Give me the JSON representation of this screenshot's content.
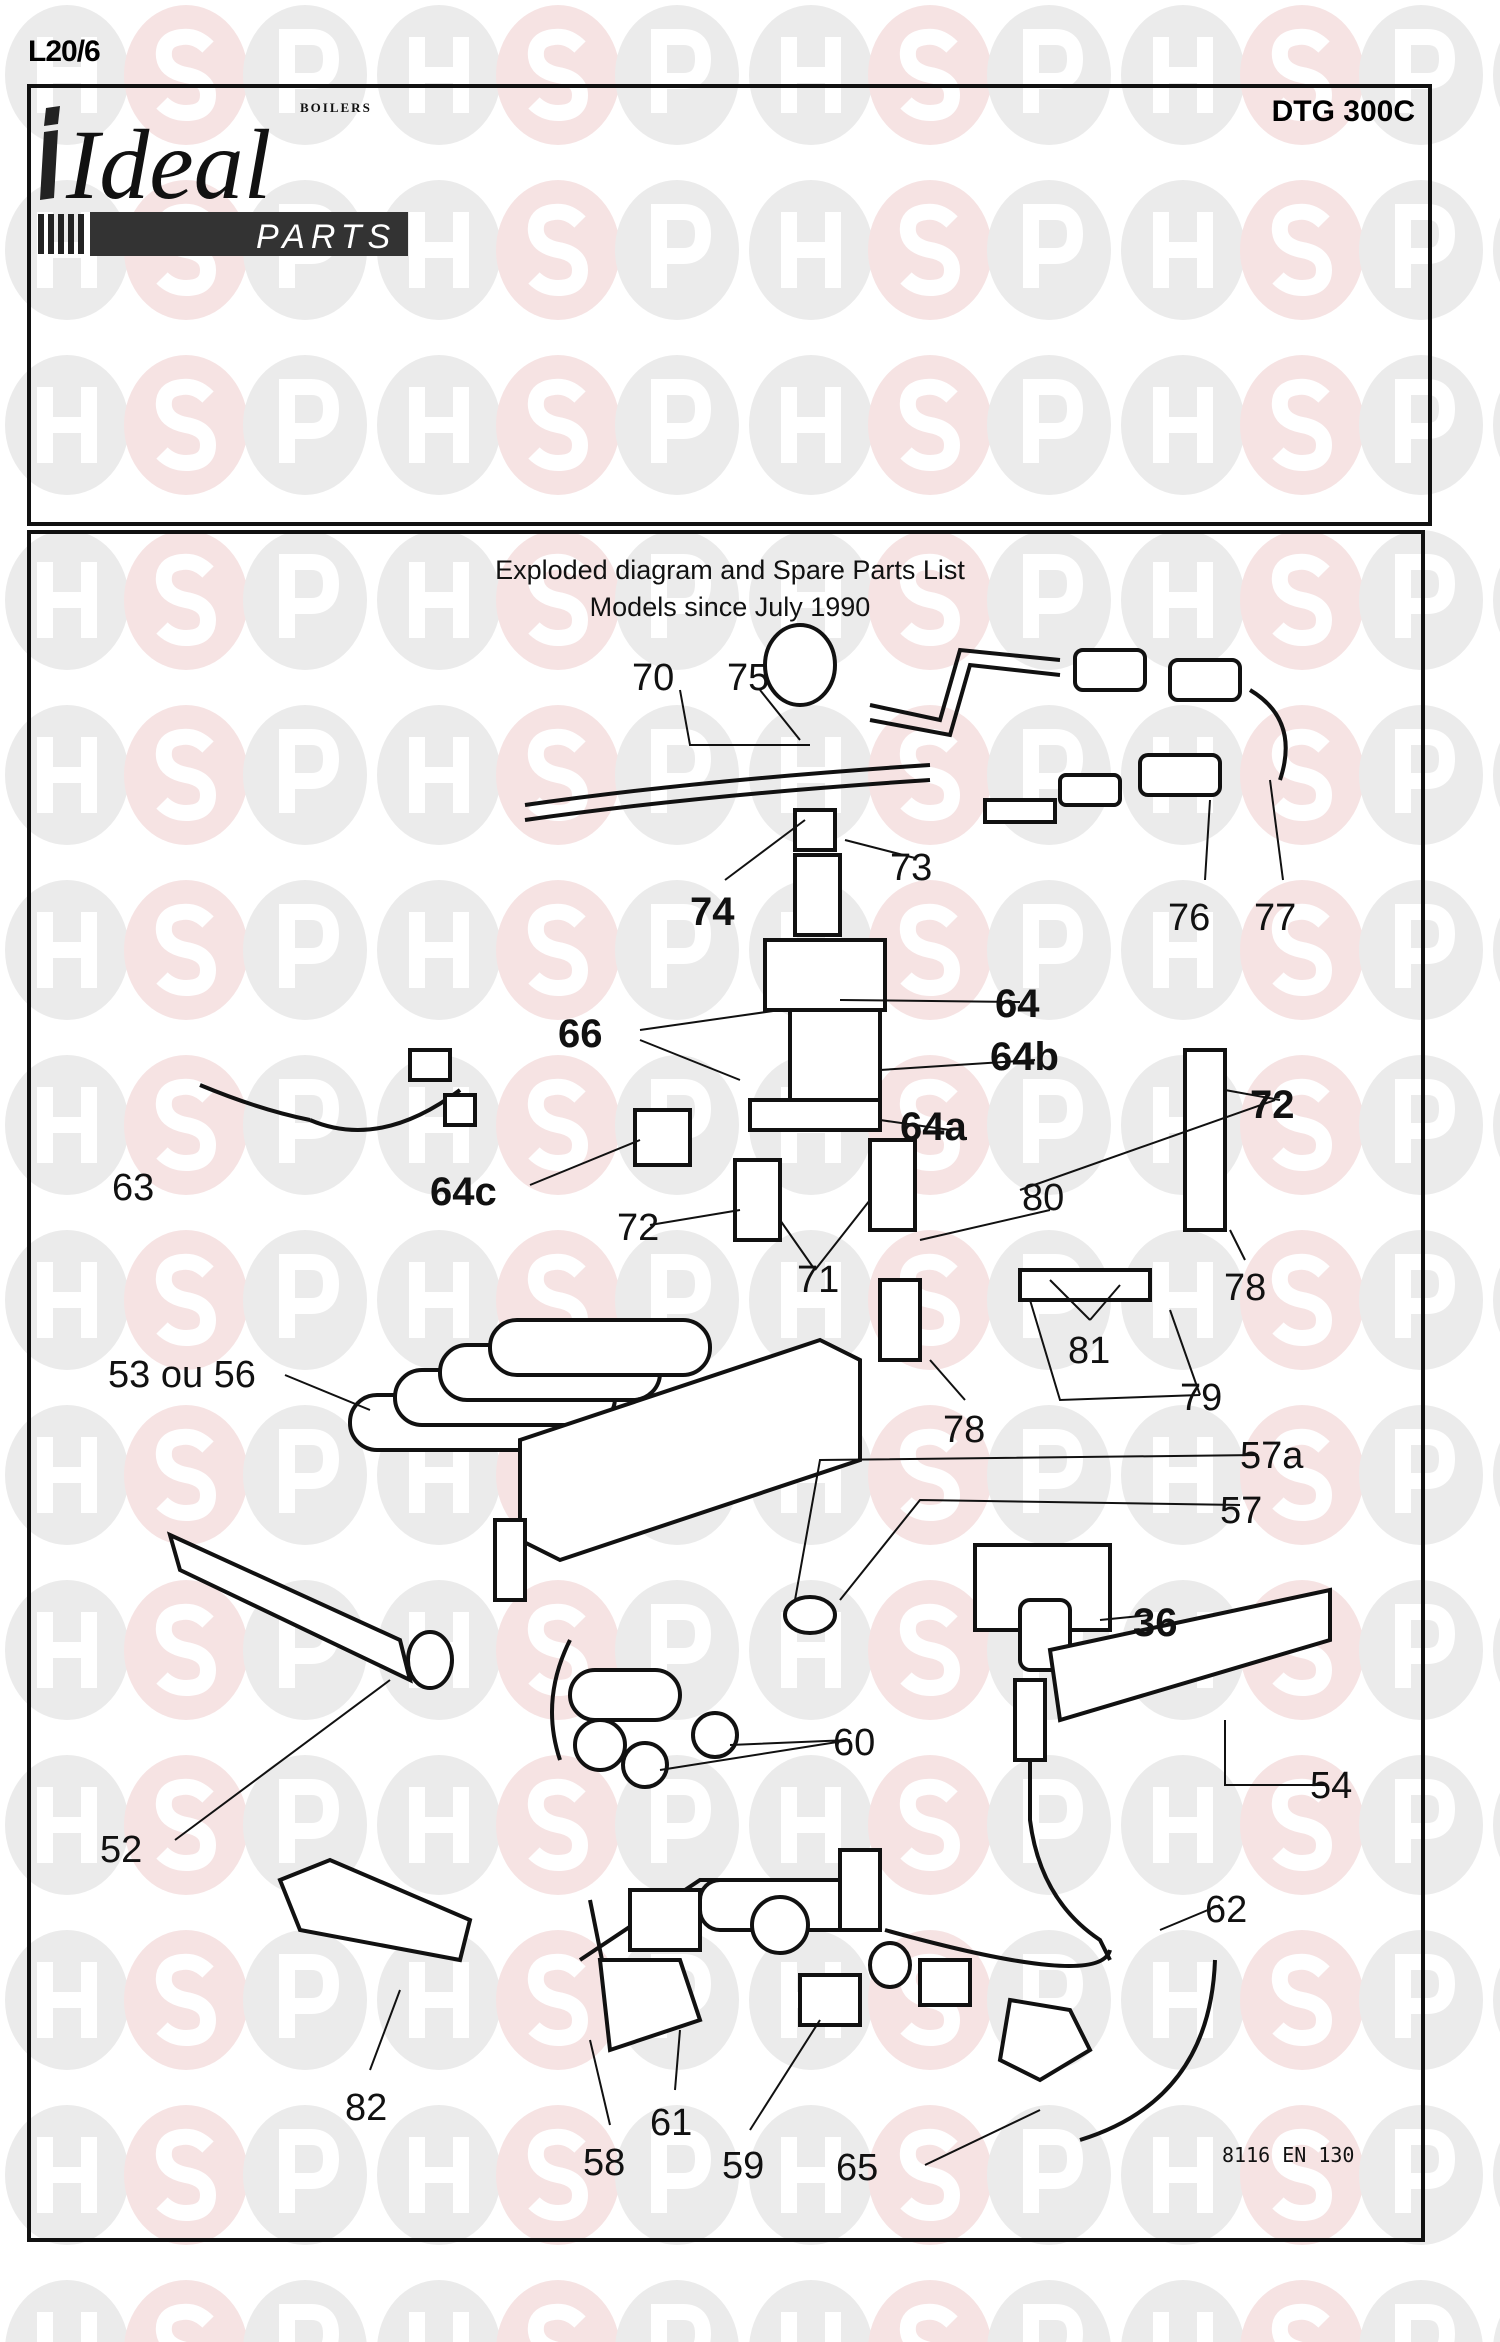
{
  "header": {
    "sheet_code": "L20/6",
    "model": "DTG 300C",
    "logo": {
      "brand": "Ideal",
      "sub": "BOILERS",
      "tag": "PARTS"
    }
  },
  "diagram": {
    "title": "Exploded diagram and Spare Parts List",
    "subtitle": "Models since July 1990",
    "reference": "8116 EN 130",
    "labels": [
      "70",
      "75",
      "73",
      "74",
      "76",
      "77",
      "64",
      "66",
      "64b",
      "64a",
      "72",
      "63",
      "64c",
      "72",
      "80",
      "71",
      "78",
      "81",
      "79",
      "78",
      "53 ou 56",
      "57a",
      "57",
      "36",
      "60",
      "54",
      "52",
      "62",
      "82",
      "58",
      "61",
      "59",
      "65"
    ]
  },
  "watermark": {
    "letters": [
      "H",
      "S",
      "P"
    ],
    "colors": {
      "grey": "#ebebeb",
      "pink": "#f6e3e3"
    }
  }
}
